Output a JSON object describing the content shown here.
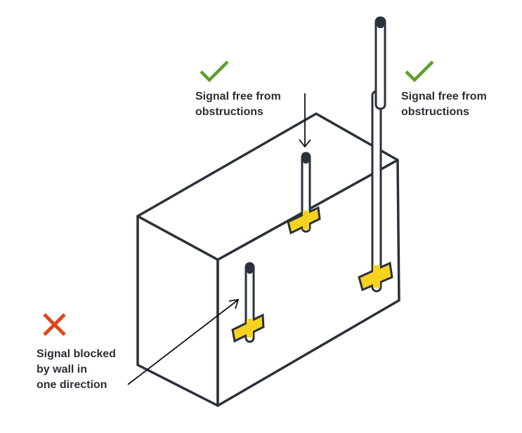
{
  "labels": {
    "top_center": "Signal free from\nobstructions",
    "top_right": "Signal free from\nobstructions",
    "left": "Signal blocked\nby wall in\none direction"
  },
  "icons": {
    "top_center": "check-icon",
    "top_right": "check-icon",
    "left": "cross-icon"
  },
  "colors": {
    "outline": "#2b313a",
    "tape": "#f7d21e",
    "check": "#5aa02c",
    "cross": "#e0461c"
  }
}
